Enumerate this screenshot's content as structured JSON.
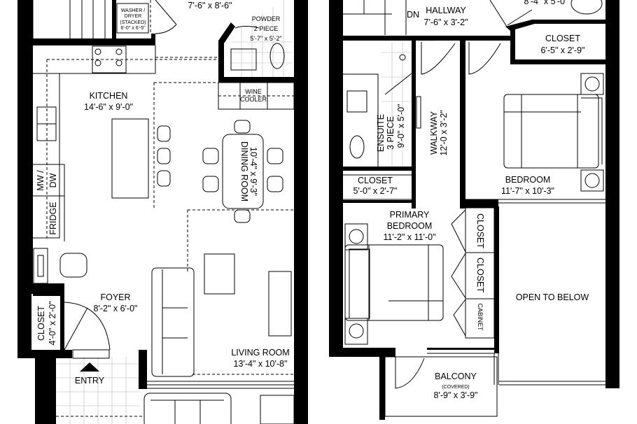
{
  "lower_level": {
    "partial_top_dim": "7'-6\" x 8'-6\"",
    "laundry": {
      "name": "WASHER / DRYER (STACKED)",
      "line1": "WASHER /",
      "line2": "DRYER",
      "line3": "(STACKED)",
      "dim": "6'-0\" x 6'-5\""
    },
    "powder": {
      "line1": "POWDER",
      "line2": "2 PIECE",
      "dim": "5'-7\" x 5'-2\""
    },
    "wine_cooler": {
      "line1": "WINE",
      "line2": "COOLER"
    },
    "kitchen": {
      "name": "KITCHEN",
      "dim": "14'-6\" x 9'-0\""
    },
    "mw": "MW /",
    "dw": "DW",
    "fridge": "FRIDGE",
    "dining": {
      "name": "DINING ROOM",
      "dim": "10'-4\" x 9'-3\""
    },
    "foyer": {
      "name": "FOYER",
      "dim": "8'-2\" x 6'-0\""
    },
    "closet": {
      "name": "CLOSET",
      "dim": "4'-0\" x 2'-0\""
    },
    "living": {
      "name": "LIVING ROOM",
      "dim": "13'-4\" x 10'-8\""
    },
    "entry": "ENTRY"
  },
  "upper_level": {
    "partial_top_dim": "8'-4\" x 5'-0\"",
    "dn": "DN",
    "hallway": {
      "name": "HALLWAY",
      "dim": "7'-6\" x 3'-2\""
    },
    "closet_top": {
      "name": "CLOSET",
      "dim": "6'-5\" x 2'-9\""
    },
    "ensuite": {
      "line1": "ENSUITE",
      "line2": "3 PIECE",
      "dim": "9'-0\" x 5'-0\""
    },
    "walkway": {
      "name": "WALKWAY",
      "dim": "12'-0 x 3'-2\""
    },
    "bedroom": {
      "name": "BEDROOM",
      "dim": "11'-7\" x 10'-3\""
    },
    "closet_mid": {
      "name": "CLOSET",
      "dim": "5'-0\" x 2'-7\""
    },
    "primary": {
      "line1": "PRIMARY",
      "line2": "BEDROOM",
      "dim": "11'-2\" x 11'-0\""
    },
    "closet_a": "CLOSET",
    "closet_b": "CLOSET",
    "cabinet": "CABINET",
    "open_to_below": "OPEN TO BELOW",
    "balcony": {
      "name": "BALCONY",
      "note": "(COVERED)",
      "dim": "8'-9\" x 3'-9\""
    }
  }
}
